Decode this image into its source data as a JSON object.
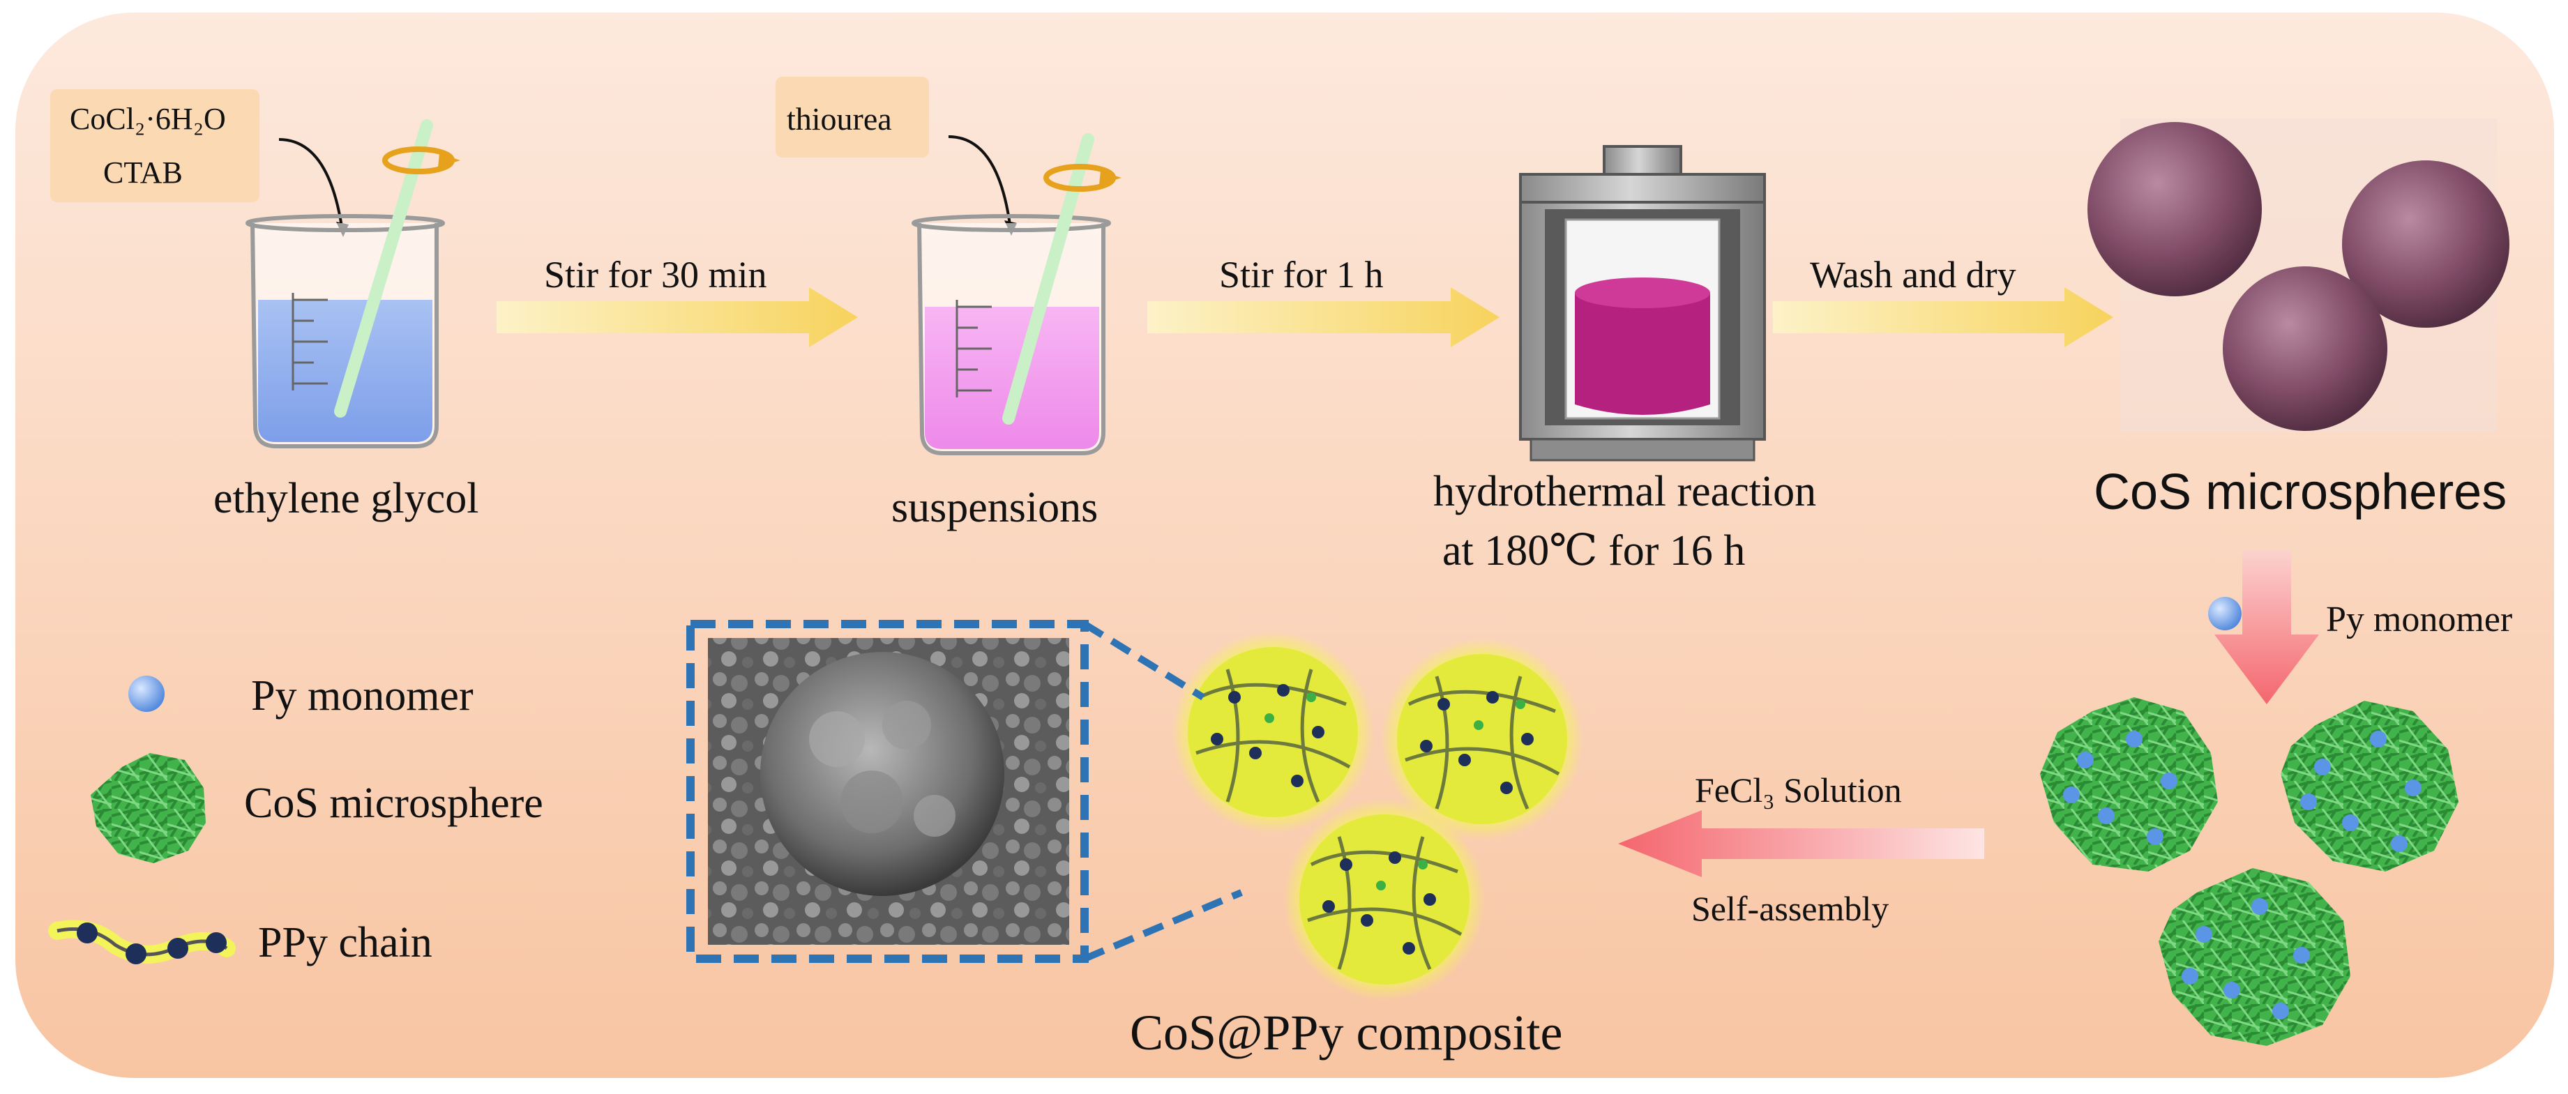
{
  "reagents_box": {
    "line1": "CoCl₂·6H₂O",
    "line2": "CTAB"
  },
  "thiourea_box": {
    "label": "thiourea"
  },
  "steps": {
    "stir30": "Stir for 30 min",
    "stir1h": "Stir for 1 h",
    "washdry": "Wash and dry",
    "py_monomer": "Py monomer",
    "fecl3": "FeCl₃ Solution",
    "selfassembly": "Self-assembly"
  },
  "captions": {
    "ethylene_glycol": "ethylene glycol",
    "suspensions": "suspensions",
    "hydrothermal_line1": "hydrothermal reaction",
    "hydrothermal_line2": "at 180℃  for 16 h",
    "cos_microspheres": "CoS microspheres",
    "composite": "CoS@PPy composite"
  },
  "legend": {
    "items": [
      {
        "label": "Py monomer",
        "icon": "py-monomer-icon"
      },
      {
        "label": "CoS microsphere",
        "icon": "cos-microsphere-icon"
      },
      {
        "label": "PPy chain",
        "icon": "ppy-chain-icon"
      }
    ]
  },
  "colors": {
    "background_top": "#fde7da",
    "background_bottom": "#f8c39f",
    "label_box": "#fbd9b3",
    "yellow_arrow": "#f9d977",
    "red_arrow": "#f6757a",
    "pink_solution": "#f39ef0",
    "blue_solution": "#8fb0ef",
    "magenta_solution": "#b5217f",
    "cos_purple": "#7e4a63",
    "cos_green": "#3bb044",
    "ppy_yellow": "#eef03a",
    "py_blue": "#5b95e6",
    "sem_frame": "#2e74b5"
  }
}
